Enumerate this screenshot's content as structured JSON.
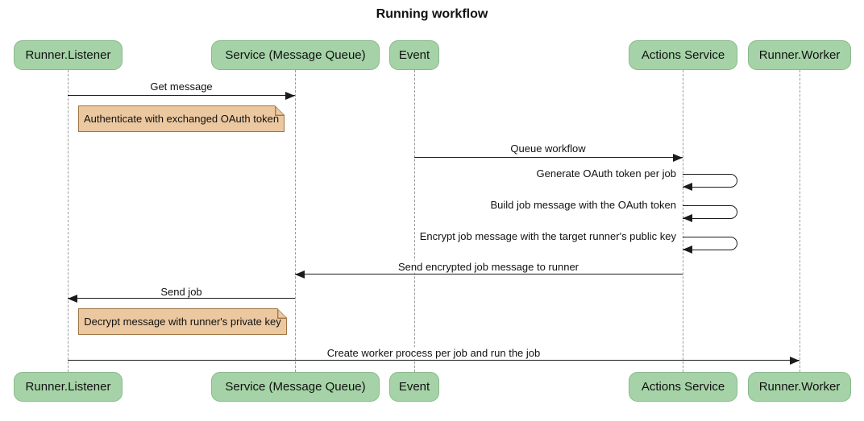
{
  "title": "Running workflow",
  "diagram_type": "sequence",
  "colors": {
    "actor_fill": "#a5d3a7",
    "actor_border": "#88b98b",
    "note_fill": "#ebc8a0",
    "note_border": "#9e7543",
    "signal_color": "#1b1b1b",
    "lifeline_color": "#9a9a9a",
    "text_color": "#111111",
    "background": "#ffffff"
  },
  "actors": [
    {
      "label": "Runner.Listener"
    },
    {
      "label": "Service (Message Queue)"
    },
    {
      "label": "Event"
    },
    {
      "label": "Actions Service"
    },
    {
      "label": "Runner.Worker"
    }
  ],
  "messages": [
    {
      "type": "arrow",
      "from": "Runner.Listener",
      "to": "Service (Message Queue)",
      "label": "Get message"
    },
    {
      "type": "note",
      "over": "Runner.Listener",
      "label": "Authenticate with exchanged OAuth token"
    },
    {
      "type": "arrow",
      "from": "Event",
      "to": "Actions Service",
      "label": "Queue workflow"
    },
    {
      "type": "self",
      "actor": "Actions Service",
      "label": "Generate OAuth token per job"
    },
    {
      "type": "self",
      "actor": "Actions Service",
      "label": "Build job message with the OAuth token"
    },
    {
      "type": "self",
      "actor": "Actions Service",
      "label": "Encrypt job message with the target runner's public key"
    },
    {
      "type": "arrow",
      "from": "Actions Service",
      "to": "Service (Message Queue)",
      "label": "Send encrypted job message to runner"
    },
    {
      "type": "arrow",
      "from": "Service (Message Queue)",
      "to": "Runner.Listener",
      "label": "Send job"
    },
    {
      "type": "note",
      "over": "Runner.Listener",
      "label": "Decrypt message with runner's private key"
    },
    {
      "type": "arrow",
      "from": "Runner.Listener",
      "to": "Runner.Worker",
      "label": "Create worker process per job and run the job"
    }
  ]
}
